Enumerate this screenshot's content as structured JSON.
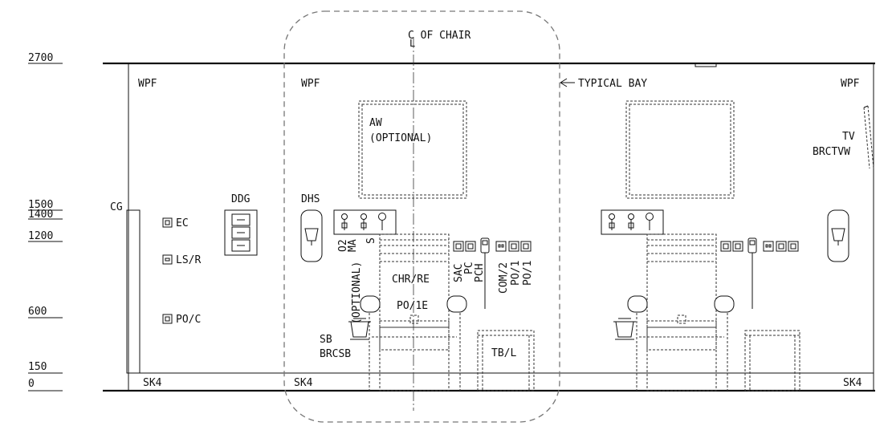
{
  "levels": [
    {
      "label": "2700",
      "mm": 2700
    },
    {
      "label": "1500",
      "mm": 1500
    },
    {
      "label": "1400",
      "mm": 1400
    },
    {
      "label": "1200",
      "mm": 1200
    },
    {
      "label": "600",
      "mm": 600
    },
    {
      "label": "150",
      "mm": 150
    },
    {
      "label": "0",
      "mm": 0
    }
  ],
  "labels": {
    "centerline": "C OF CHAIR",
    "centerline_l": "L",
    "typical_bay": "TYPICAL BAY",
    "wpf_left": "WPF",
    "wpf_mid": "WPF",
    "wpf_right": "WPF",
    "aw": "AW",
    "aw_optional": "(OPTIONAL)",
    "tv": "TV",
    "brctvw": "BRCTVW",
    "cg": "CG",
    "ddg": "DDG",
    "dhs": "DHS",
    "ec": "EC",
    "lsr": "LS/R",
    "poc": "PO/C",
    "o2": "O2",
    "ma": "MA",
    "s": "S",
    "optional_v": "(OPTIONAL)",
    "chr_re": "CHR/RE",
    "po_1e": "PO/1E",
    "sac": "SAC",
    "pc": "PC",
    "pch": "PCH",
    "com2": "COM/2",
    "po1a": "PO/1",
    "po1b": "PO/1",
    "sb": "SB",
    "brcsb": "BRCSB",
    "tbl": "TB/L",
    "sk4_left": "SK4",
    "sk4_mid": "SK4",
    "sk4_right": "SK4"
  }
}
